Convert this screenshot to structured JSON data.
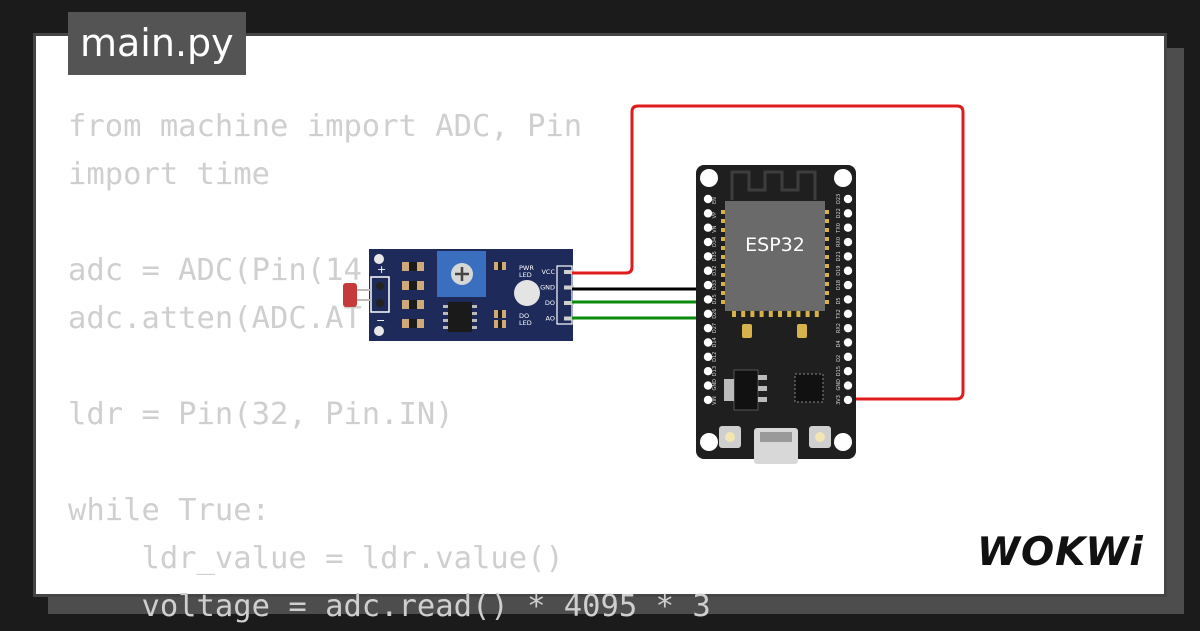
{
  "tab": {
    "filename": "main.py"
  },
  "code_lines": [
    "from machine import ADC, Pin",
    "import time",
    "",
    "adc = ADC(Pin(14",
    "adc.atten(ADC.AT",
    "",
    "ldr = Pin(32, Pin.IN)",
    "",
    "while True:",
    "    ldr_value = ldr.value()",
    "    voltage = adc.read() * 4095 * 3"
  ],
  "ldr_module": {
    "pin_labels": [
      "VCC",
      "GND",
      "DO",
      "AO"
    ],
    "led_labels": {
      "pwr": "PWR\nLED",
      "do": "DO\nLED"
    },
    "plus": "+",
    "minus": "−"
  },
  "esp32": {
    "chip_label": "ESP32",
    "left_pins": [
      "EN",
      "VP",
      "VN",
      "D34",
      "D35",
      "D32",
      "D33",
      "D25",
      "D26",
      "D27",
      "D14",
      "D12",
      "D13",
      "GND",
      "VIN"
    ],
    "right_pins": [
      "D23",
      "D22",
      "TX0",
      "RX0",
      "D21",
      "D19",
      "D18",
      "D5",
      "TX2",
      "RX2",
      "D4",
      "D2",
      "D15",
      "GND",
      "3V3"
    ]
  },
  "wires": {
    "vcc_color": "#e01b1b",
    "gnd_color": "#000000",
    "signal_color": "#0a8a0a"
  },
  "brand": {
    "logo_text": "WOKWi"
  }
}
